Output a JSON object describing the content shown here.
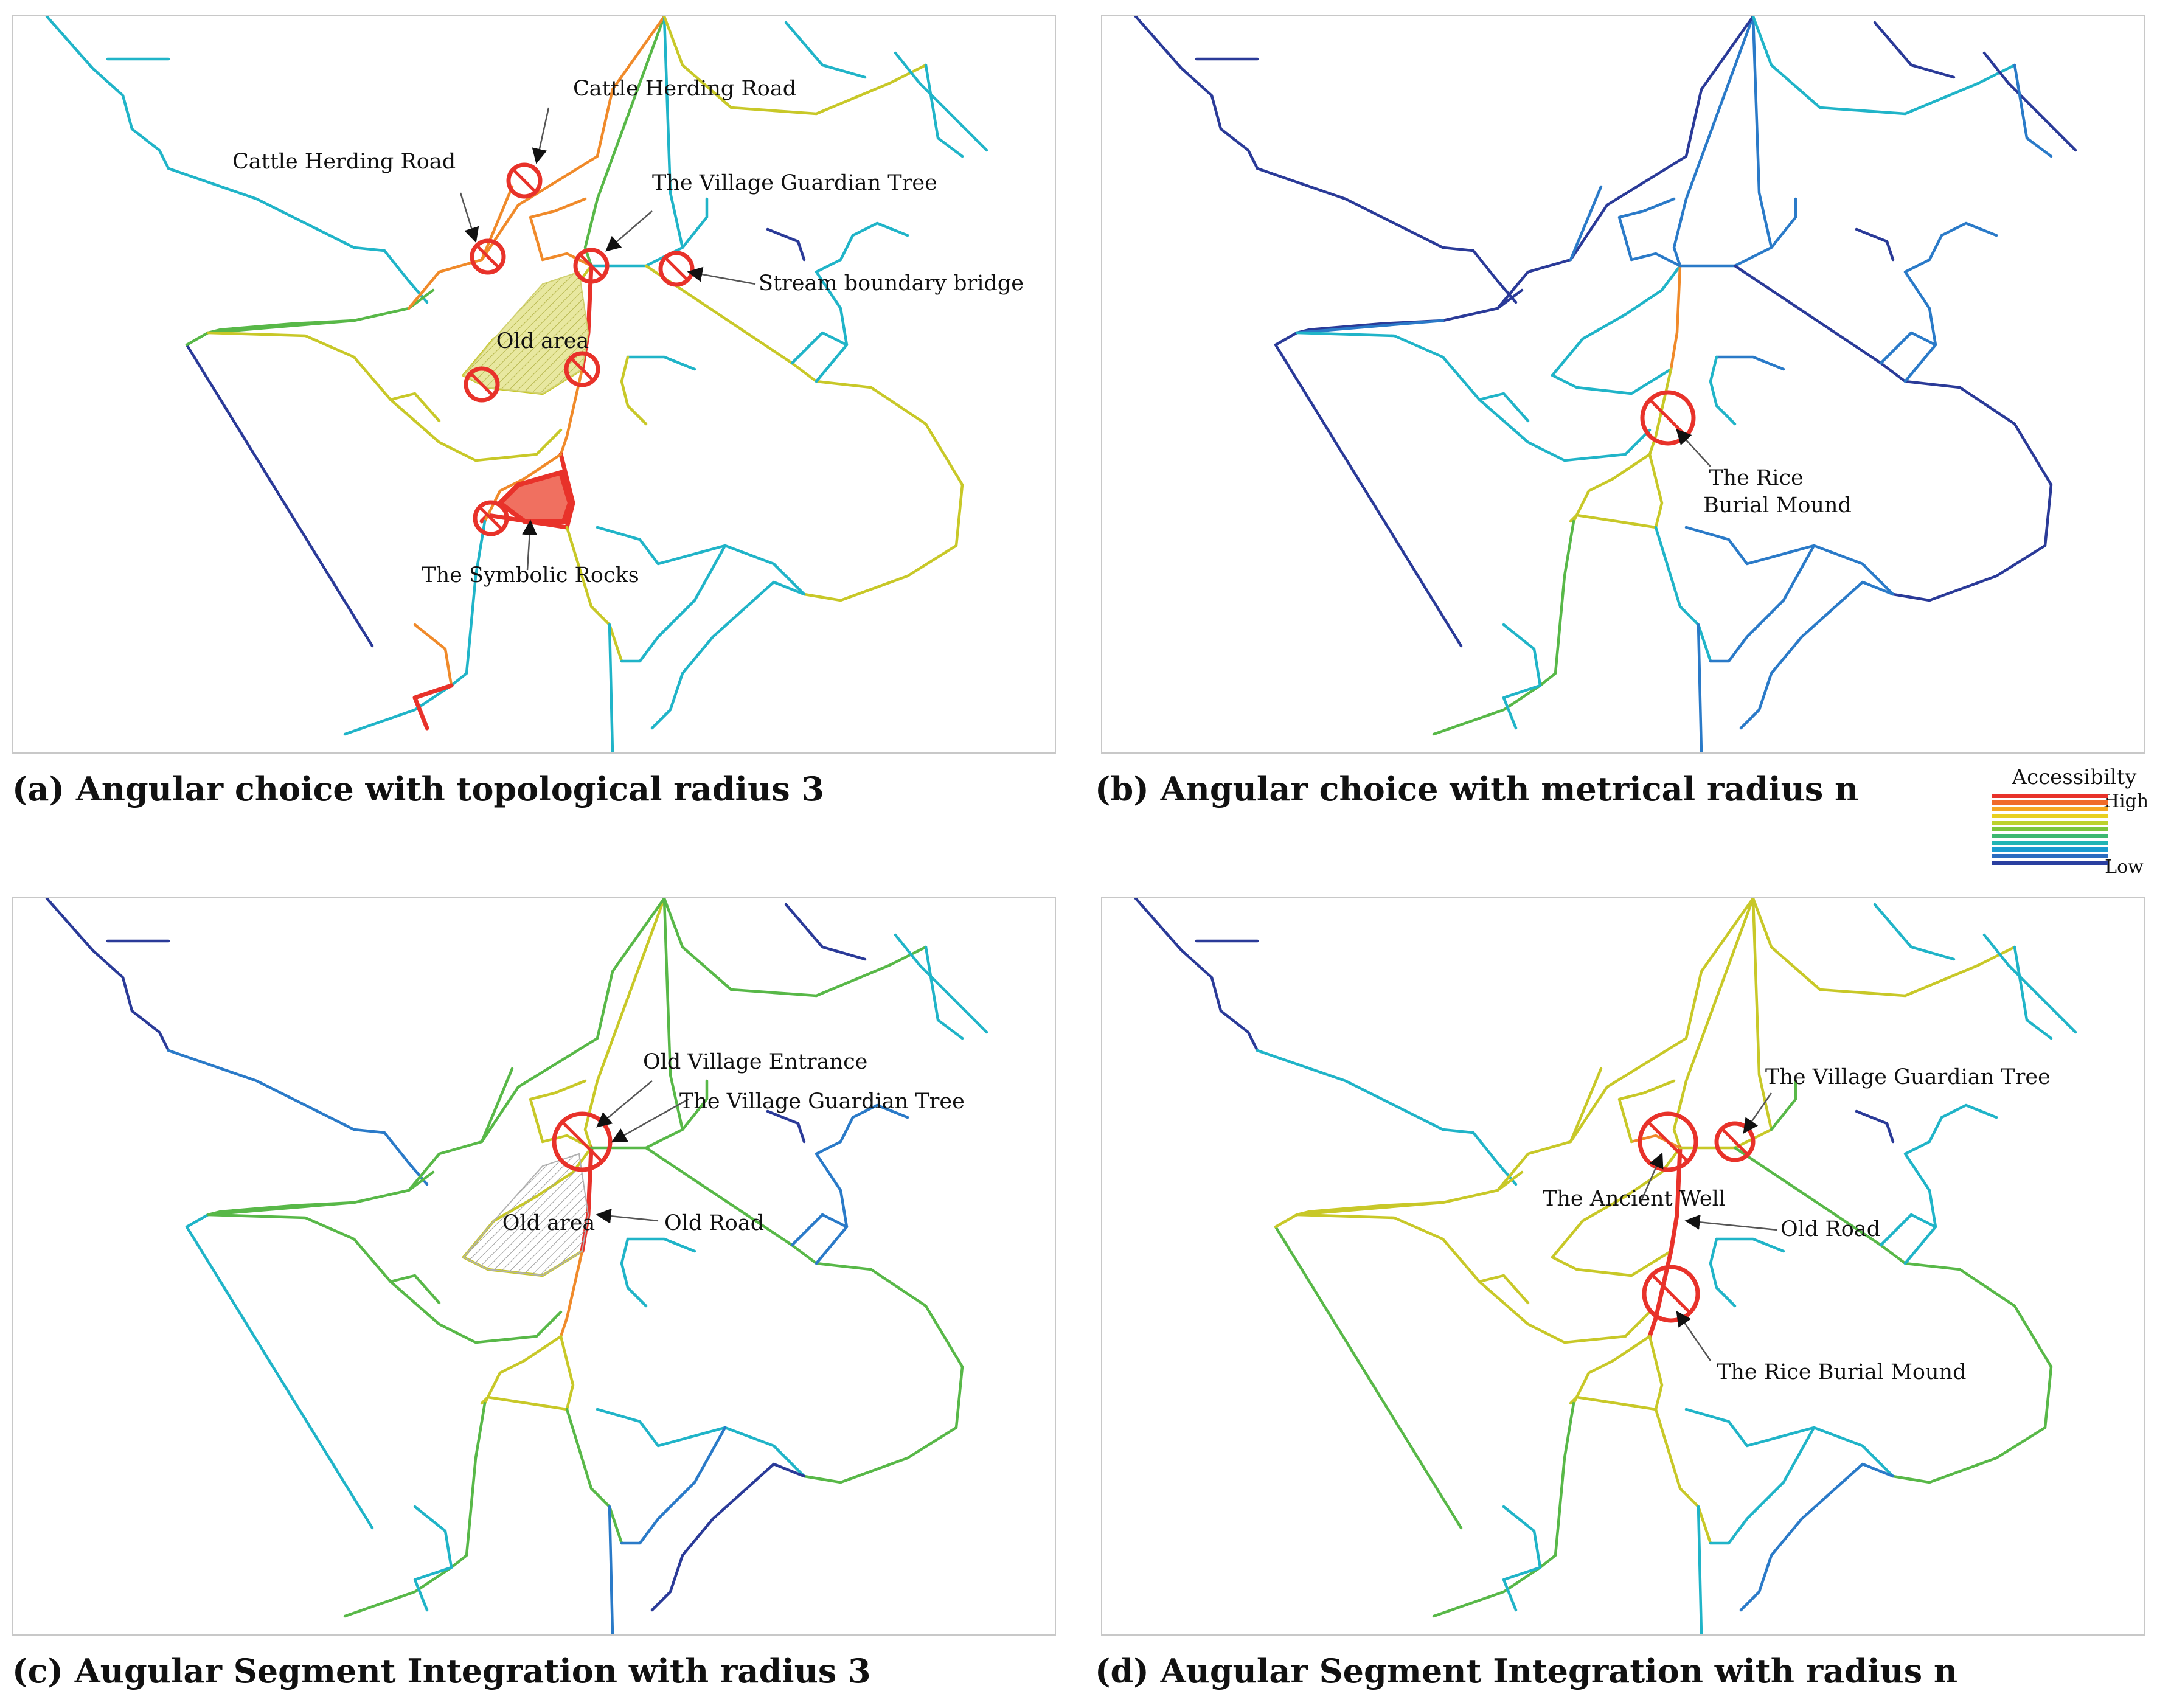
{
  "panels": [
    {
      "caption": "(a) Angular choice with topological radius 3",
      "labels": [
        "Cattle Herding Road",
        "Cattle Herding Road",
        "The Village Guardian Tree",
        "Stream boundary bridge",
        "Old area",
        "The Symbolic Rocks"
      ]
    },
    {
      "caption": "(b) Angular choice with metrical radius n",
      "labels": [
        "The Rice",
        "Burial Mound"
      ]
    },
    {
      "caption": "(c) Augular Segment Integration with radius 3",
      "labels": [
        "Old Village Entrance",
        "The Village Guardian Tree",
        "Old area",
        "Old Road"
      ]
    },
    {
      "caption": "(d) Augular Segment Integration with radius n",
      "labels": [
        "The Village Guardian Tree",
        "The Ancient Well",
        "Old Road",
        "The Rice Burial Mound"
      ]
    }
  ],
  "legend": {
    "title": "Accessibilty",
    "high": "High",
    "low": "Low",
    "colors": [
      "#e8322a",
      "#f06a2a",
      "#f5a623",
      "#e8d020",
      "#bcd22a",
      "#7cc63a",
      "#3cb870",
      "#20b4b4",
      "#1a9bd0",
      "#2a6cc0",
      "#2a3fa0"
    ]
  },
  "colors": {
    "high": "#e8322a",
    "orange": "#f08a2a",
    "yellow": "#c8c828",
    "green": "#58b848",
    "cyan": "#20b4c8",
    "blue": "#2a7ac8",
    "darkblue": "#2a3a98"
  }
}
